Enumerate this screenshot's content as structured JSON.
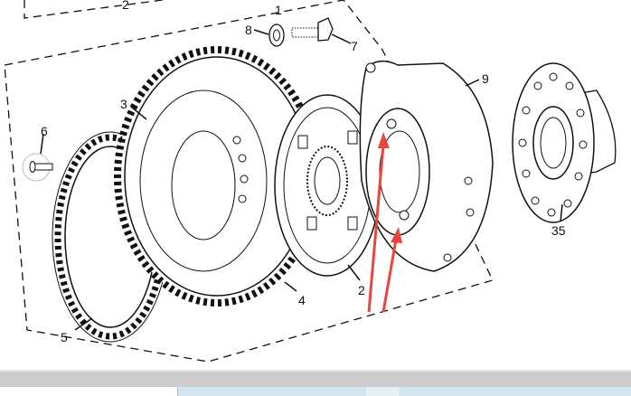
{
  "diagram": {
    "title": "Clutch assembly exploded view",
    "labels": {
      "l1": "1",
      "l2top": "2",
      "l2": "2",
      "l3": "3",
      "l4": "4",
      "l5": "5",
      "l6": "6",
      "l7": "7",
      "l8": "8",
      "l9": "9",
      "l35": "35"
    },
    "colors": {
      "arrow": "#e8453c",
      "line": "#111111"
    }
  }
}
